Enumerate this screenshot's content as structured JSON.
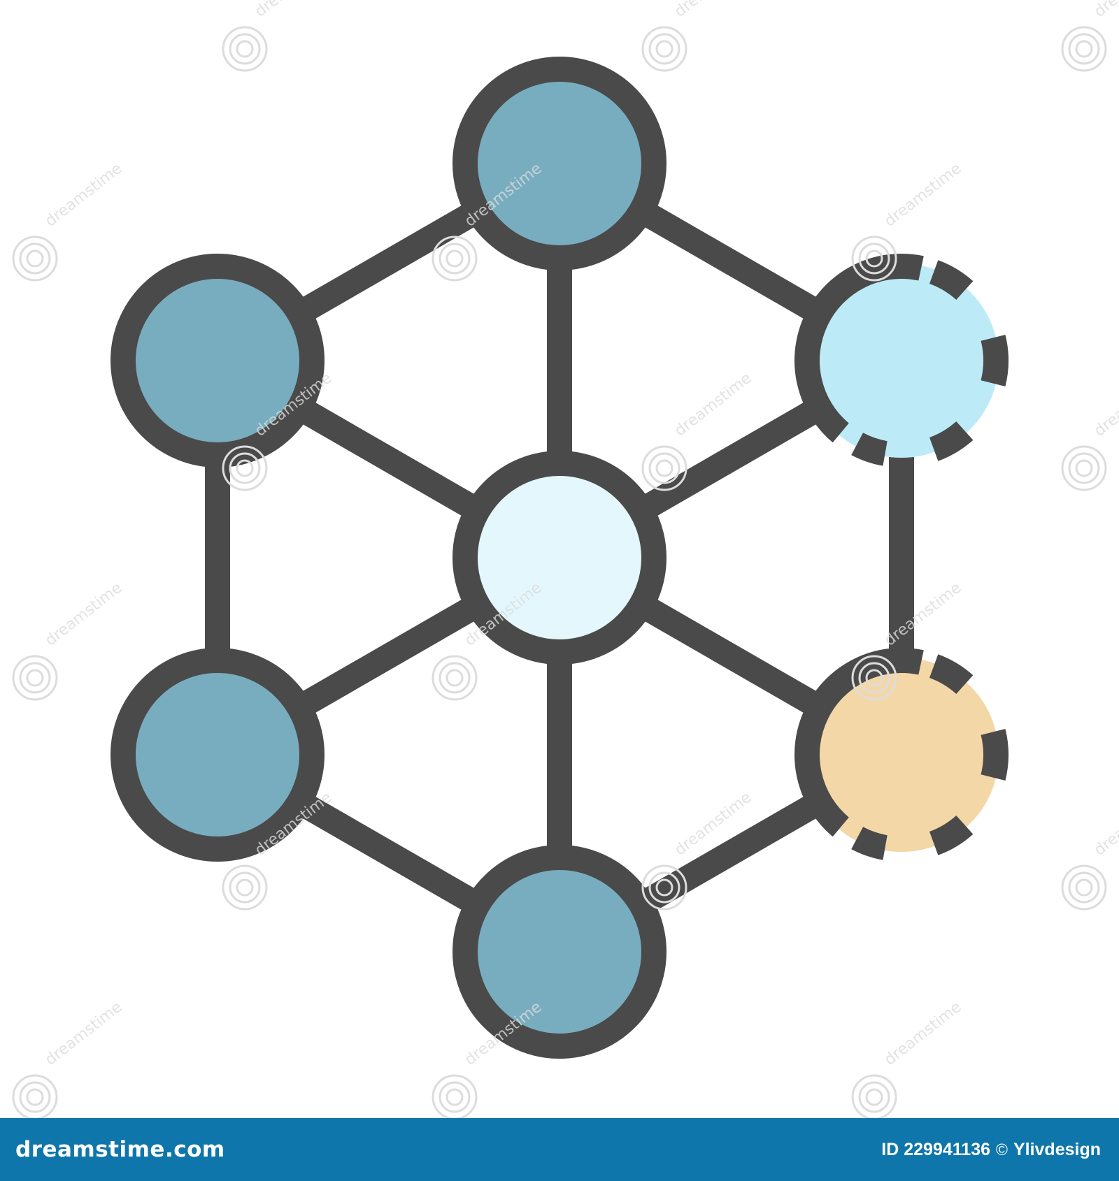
{
  "colors": {
    "background": "#ffffff",
    "stroke": "#4a4a4a",
    "node_steel_blue": "#78adbf",
    "node_pale_blue": "#bcebf7",
    "node_very_pale_blue": "#e3f7fd",
    "node_sand": "#f4d7a6",
    "footer_bar": "#0e76aa",
    "footer_text": "#ffffff",
    "watermark": "#dcdcdc"
  },
  "icon": {
    "name": "network-node-icon",
    "nodes": [
      {
        "id": "top",
        "fill": "node_steel_blue",
        "style": "solid"
      },
      {
        "id": "upper-left",
        "fill": "node_steel_blue",
        "style": "solid"
      },
      {
        "id": "upper-right",
        "fill": "node_pale_blue",
        "style": "dashed-outline"
      },
      {
        "id": "center",
        "fill": "node_very_pale_blue",
        "style": "solid"
      },
      {
        "id": "lower-left",
        "fill": "node_steel_blue",
        "style": "solid"
      },
      {
        "id": "lower-right",
        "fill": "node_sand",
        "style": "dashed-outline"
      },
      {
        "id": "bottom",
        "fill": "node_steel_blue",
        "style": "solid"
      }
    ],
    "edges": [
      [
        "top",
        "upper-left"
      ],
      [
        "top",
        "upper-right"
      ],
      [
        "top",
        "center"
      ],
      [
        "upper-left",
        "center"
      ],
      [
        "upper-left",
        "lower-left"
      ],
      [
        "upper-right",
        "center"
      ],
      [
        "upper-right",
        "lower-right"
      ],
      [
        "lower-left",
        "center"
      ],
      [
        "lower-left",
        "bottom"
      ],
      [
        "lower-right",
        "center"
      ],
      [
        "lower-right",
        "bottom"
      ],
      [
        "center",
        "bottom"
      ]
    ]
  },
  "watermark": {
    "text": "dreamstime",
    "icon": "spiral-logo-icon"
  },
  "footer": {
    "logo_text": "dreamstime.com",
    "id_label": "ID 229941136",
    "copyright_symbol": "©",
    "author": "Ylivdesign"
  }
}
